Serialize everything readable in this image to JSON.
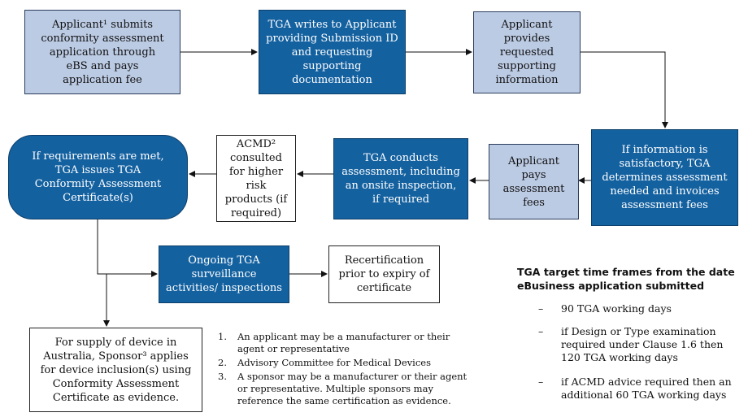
{
  "boxes": {
    "b1": "Applicant¹ submits conformity assessment application through eBS and pays application fee",
    "b2": "TGA writes to Applicant providing Submission ID and requesting supporting documentation",
    "b3": "Applicant provides requested supporting information",
    "b4": "If information is satisfactory, TGA determines assessment needed and invoices assessment fees",
    "b5": "Applicant pays assessment fees",
    "b6": "TGA conducts assessment, including an onsite inspection, if required",
    "b7": "ACMD² consulted for higher risk products (if required)",
    "b8": "If requirements are met, TGA issues TGA Conformity Assessment Certificate(s)",
    "b9": "Ongoing TGA surveillance activities/ inspections",
    "b10": "Recertification prior to expiry of certificate",
    "b11": "For supply of device in Australia, Sponsor³ applies for device inclusion(s) using Conformity Assessment Certificate as evidence."
  },
  "notes": [
    {
      "num": "1.",
      "text": "An applicant may be a manufacturer or their agent or representative"
    },
    {
      "num": "2.",
      "text": "Advisory Committee for Medical Devices"
    },
    {
      "num": "3.",
      "text": "A sponsor may be a manufacturer or their agent or representative. Multiple sponsors may reference the same certification as evidence."
    }
  ],
  "timeframes": {
    "title": "TGA target time frames from the date eBusiness application submitted",
    "dash": "–",
    "items": [
      "90 TGA working days",
      "if Design or Type examination required under Clause 1.6 then 120 TGA working days",
      "if ACMD advice required then an additional 60 TGA working days"
    ]
  },
  "colors": {
    "light_fill": "#bccbe4",
    "dark_fill": "#1461a0",
    "line": "#111111"
  }
}
